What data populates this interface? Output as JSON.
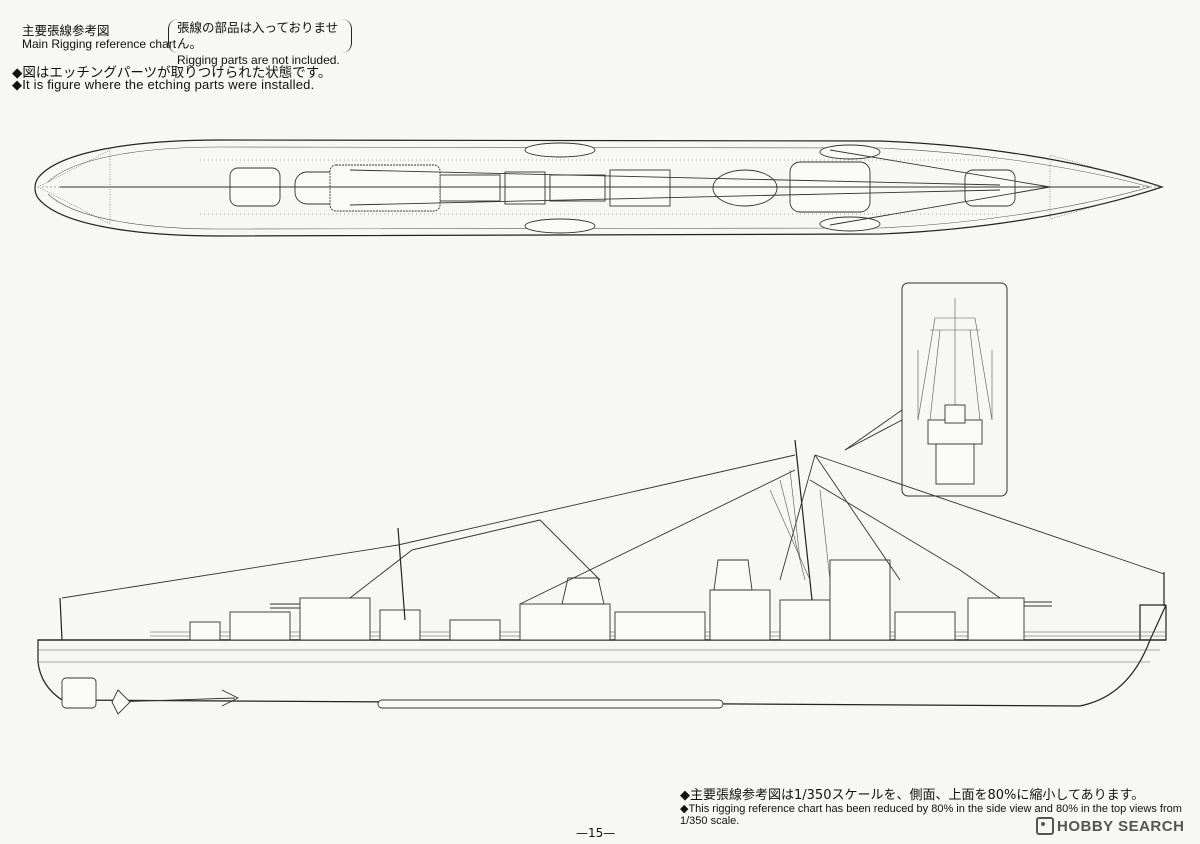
{
  "header": {
    "title_jp": "主要張線参考図",
    "title_en": "Main Rigging reference chart",
    "note_jp": "張線の部品は入っておりません。",
    "note_en": "Rigging parts are not included."
  },
  "notes": {
    "etching_jp": "◆図はエッチングパーツが取りつけられた状態です。",
    "etching_en": "◆It is figure where the etching parts were installed."
  },
  "footer": {
    "scale_jp": "◆主要張線参考図は1/350スケールを、側面、上面を80%に縮小してあります。",
    "scale_en": "◆This rigging reference chart has been reduced by 80% in the side view and 80% in the top views from 1/350 scale.",
    "page_number": "—15—"
  },
  "watermark": {
    "text": "HOBBY SEARCH",
    "icon": "hobby-search-logo-icon"
  }
}
